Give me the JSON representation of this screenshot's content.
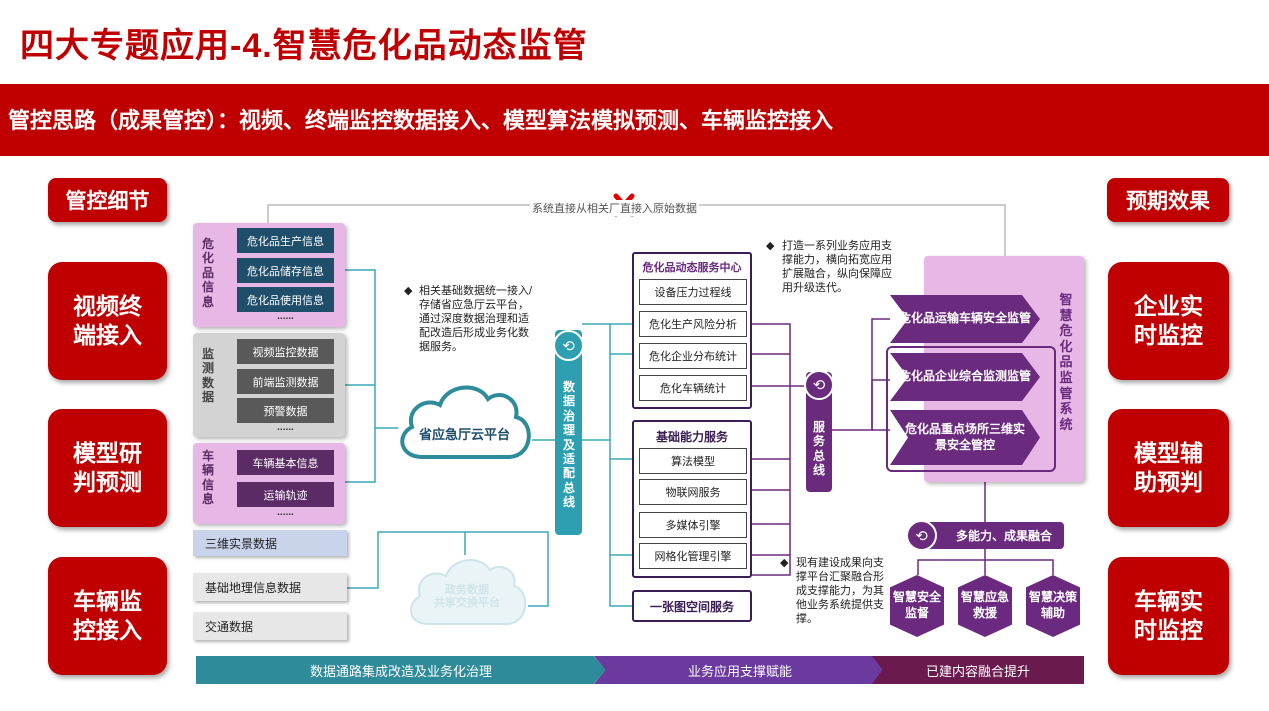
{
  "title": "四大专题应用-4.智慧危化品动态监管",
  "banner": "管控思路（成果管控）：视频、终端监控数据接入、模型算法模拟预测、车辆监控接入",
  "left_header": "管控细节",
  "right_header": "预期效果",
  "left_items": [
    "视频终端接入",
    "模型研判预测",
    "车辆监控接入"
  ],
  "right_items": [
    "企业实时监控",
    "模型辅助预判",
    "车辆实时监控"
  ],
  "top_line_label": "系统直接从相关厂直接入原始数据",
  "groups": {
    "hazmat": {
      "label": "危化品信息",
      "items": [
        "危化品生产信息",
        "危化品储存信息",
        "危化品使用信息"
      ],
      "more": "......"
    },
    "monitor": {
      "label": "监测数据",
      "items": [
        "视频监控数据",
        "前端监测数据",
        "预警数据"
      ],
      "more": "......"
    },
    "vehicle": {
      "label": "车辆信息",
      "items": [
        "车辆基本信息",
        "运输轨迹"
      ],
      "more": "......"
    },
    "threed": "三维实景数据",
    "geo": "基础地理信息数据",
    "traffic": "交通数据"
  },
  "cloud_main": "省应急厅云平台",
  "cloud_sub": [
    "政务数据",
    "共享交换平台"
  ],
  "note_middle": "相关基础数据统一接入/存储省应急厅云平台，通过深度数据治理和适配改造后形成业务化数据服务。",
  "bus_data": "数据治理及适配总线",
  "service_center": {
    "title": "危化品动态服务中心",
    "items": [
      "设备压力过程线",
      "危化生产风险分析",
      "危化企业分布统计",
      "危化车辆统计"
    ]
  },
  "basic_capability": {
    "title": "基础能力服务",
    "items": [
      "算法模型",
      "物联网服务",
      "多媒体引擎",
      "网格化管理引擎"
    ]
  },
  "map_service": "一张图空间服务",
  "bus_service": "服务总线",
  "note_top_right": "打造一系列业务应用支撑能力，横向拓宽应用扩展融合，纵向保障应用升级迭代。",
  "note_bottom_right": "现有建设成果向支撑平台汇聚融合形成支撑能力，为其他业务系统提供支撑。",
  "smart_system": "智慧危化品监管系统",
  "chevrons": [
    "危化品运输车辆安全监管",
    "危化品企业综合监测监管",
    "危化品重点场所三维实景安全管控"
  ],
  "fusion": "多能力、成果融合",
  "hexes": [
    "智慧安全监督",
    "智慧应急救援",
    "智慧决策辅助"
  ],
  "bottom_bar": [
    "数据通路集成改造及业务化治理",
    "业务应用支撑赋能",
    "已建内容融合提升"
  ],
  "colors": {
    "red": "#c00000",
    "teal": "#2e8b9a",
    "purple": "#6a2a7e",
    "navy": "#1f4e6b"
  }
}
